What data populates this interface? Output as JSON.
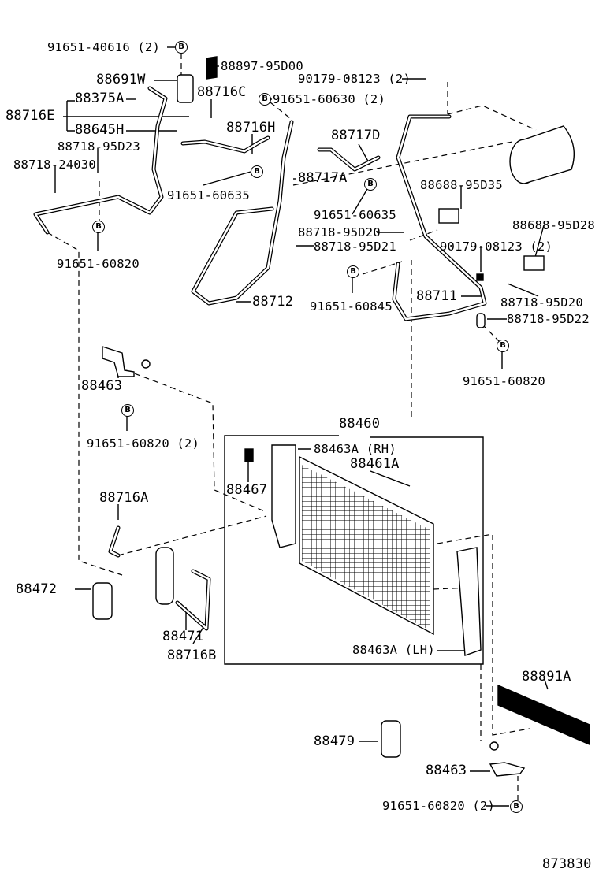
{
  "diagram_id": "873830",
  "bolt_symbol": "B",
  "callouts": [
    "91651-40616 (2)",
    "88897-95D00",
    "90179-08123 (2)",
    "88691W",
    "88716C",
    "91651-60630 (2)",
    "88375A",
    "88716E",
    "88645H",
    "88716H",
    "88717D",
    "88718-95D23",
    "88718-24030",
    "88717A",
    "91651-60635",
    "88688-95D35",
    "91651-60635",
    "88688-95D28",
    "88718-95D20",
    "88718-95D21",
    "90179-08123 (2)",
    "91651-60820",
    "88712",
    "88711",
    "91651-60845",
    "88718-95D20",
    "88718-95D22",
    "91651-60820",
    "88463",
    "91651-60820 (2)",
    "88460",
    "88463A (RH)",
    "88461A",
    "88467",
    "88716A",
    "88472",
    "88471",
    "88716B",
    "88463A (LH)",
    "88891A",
    "88479",
    "88463",
    "91651-60820 (2)"
  ]
}
